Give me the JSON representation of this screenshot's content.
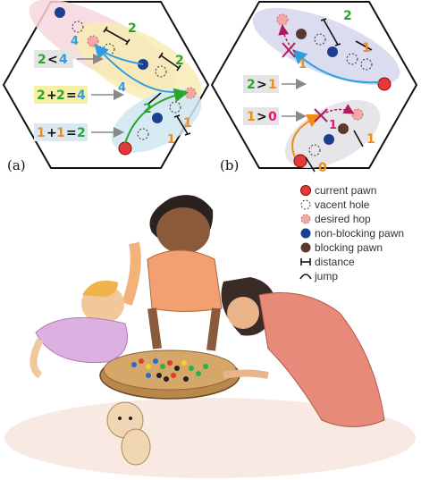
{
  "panels": {
    "a": {
      "label": "(a)",
      "equations": [
        {
          "lhs": "2",
          "op": "<",
          "rhs": "4",
          "lhs_color": "#2aa52e",
          "rhs_color": "#2f9ee0"
        },
        {
          "lhs": "2",
          "op1": "+",
          "mid": "2",
          "op2": "=",
          "rhs": "4",
          "color_green": "#2aa52e",
          "color_blue": "#2f9ee0"
        },
        {
          "lhs": "1",
          "op1": "+",
          "mid": "1",
          "op2": "=",
          "rhs": "2",
          "color_orange": "#f08c1a",
          "color_green": "#2aa52e"
        }
      ],
      "distance_labels": [
        "2",
        "2",
        "2",
        "1"
      ],
      "jump_labels": [
        "4",
        "4",
        "1"
      ]
    },
    "b": {
      "label": "(b)",
      "equations": [
        {
          "lhs": "2",
          "op": ">",
          "rhs": "1"
        },
        {
          "lhs": "1",
          "op": ">",
          "rhs": "0"
        }
      ],
      "distance_labels": [
        "2",
        "1",
        "1",
        "0"
      ],
      "jump_labels": [
        "1",
        "1"
      ]
    }
  },
  "legend": {
    "items": [
      {
        "label": "current pawn",
        "icon": "red-circle-icon"
      },
      {
        "label": "vacent hole",
        "icon": "dashed-circle-icon"
      },
      {
        "label": "desired hop",
        "icon": "pink-dashed-circle-icon"
      },
      {
        "label": "non-blocking pawn",
        "icon": "blue-circle-icon"
      },
      {
        "label": "blocking pawn",
        "icon": "brown-circle-icon"
      },
      {
        "label": "distance",
        "icon": "distance-bar-icon"
      },
      {
        "label": "jump",
        "icon": "jump-arc-icon"
      }
    ]
  },
  "colors": {
    "green": "#2aa52e",
    "blue": "#2f9ee0",
    "orange": "#f08c1a",
    "magenta": "#e0187a",
    "red_pawn": "#e23b3b",
    "blue_pawn": "#1d3f8f",
    "brown_pawn": "#5a3a2e",
    "pink_hop": "#f4a7a7"
  }
}
